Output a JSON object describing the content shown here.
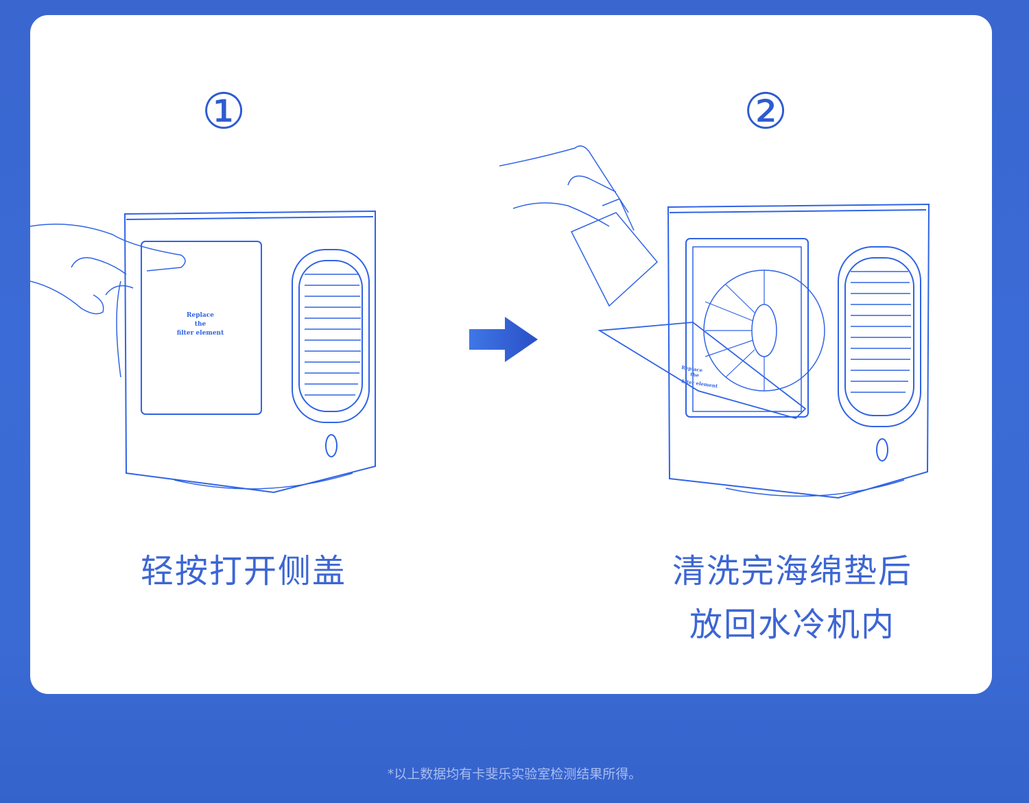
{
  "steps": [
    {
      "number": "①",
      "caption_line1": "轻按打开侧盖",
      "caption_line2": "",
      "cover_text": [
        "Replace",
        "the",
        "filter element"
      ]
    },
    {
      "number": "②",
      "caption_line1": "清洗完海绵垫后",
      "caption_line2": "放回水冷机内",
      "cover_text": [
        "Replace",
        "the",
        "filter element"
      ]
    }
  ],
  "arrow_icon": "right-arrow-icon",
  "footnote": "*以上数据均有卡斐乐实验室检测结果所得。",
  "colors": {
    "background": "#3a66cf",
    "card": "#ffffff",
    "line": "#2f63e6",
    "caption": "#3d66d4"
  }
}
